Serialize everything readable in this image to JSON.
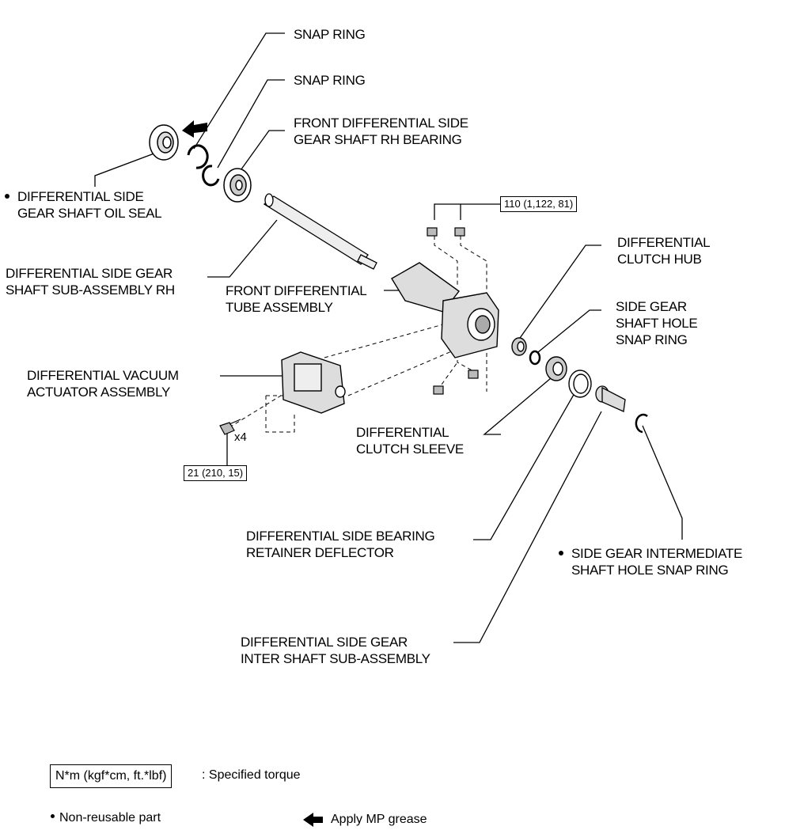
{
  "labels": {
    "snap_ring_1": "SNAP RING",
    "snap_ring_2": "SNAP RING",
    "bearing": [
      "FRONT DIFFERENTIAL SIDE",
      "GEAR SHAFT RH BEARING"
    ],
    "oil_seal": [
      "DIFFERENTIAL SIDE",
      "GEAR SHAFT OIL SEAL"
    ],
    "shaft_rh": [
      "DIFFERENTIAL SIDE GEAR",
      "SHAFT SUB-ASSEMBLY RH"
    ],
    "tube": [
      "FRONT DIFFERENTIAL",
      "TUBE ASSEMBLY"
    ],
    "clutch_hub": [
      "DIFFERENTIAL",
      "CLUTCH  HUB"
    ],
    "shaft_hole_snap": [
      "SIDE GEAR",
      "SHAFT HOLE",
      "SNAP RING"
    ],
    "vacuum_actuator": [
      "DIFFERENTIAL VACUUM",
      "ACTUATOR ASSEMBLY"
    ],
    "clutch_sleeve": [
      "DIFFERENTIAL",
      "CLUTCH  SLEEVE"
    ],
    "deflector": [
      "DIFFERENTIAL SIDE BEARING",
      "RETAINER DEFLECTOR"
    ],
    "intermediate_snap": [
      "SIDE GEAR INTERMEDIATE",
      "SHAFT HOLE SNAP RING"
    ],
    "inter_shaft": [
      "DIFFERENTIAL SIDE GEAR",
      "INTER SHAFT SUB-ASSEMBLY"
    ]
  },
  "torque": {
    "tube_bolts": "110 (1,122, 81)",
    "actuator_bolts": "21 (210, 15)"
  },
  "quantity": "x4",
  "legend": {
    "torque_unit": "N*m (kgf*cm, ft.*lbf)",
    "torque_desc": ": Specified torque",
    "non_reusable": "Non-reusable part",
    "mp_grease": "Apply MP grease"
  }
}
